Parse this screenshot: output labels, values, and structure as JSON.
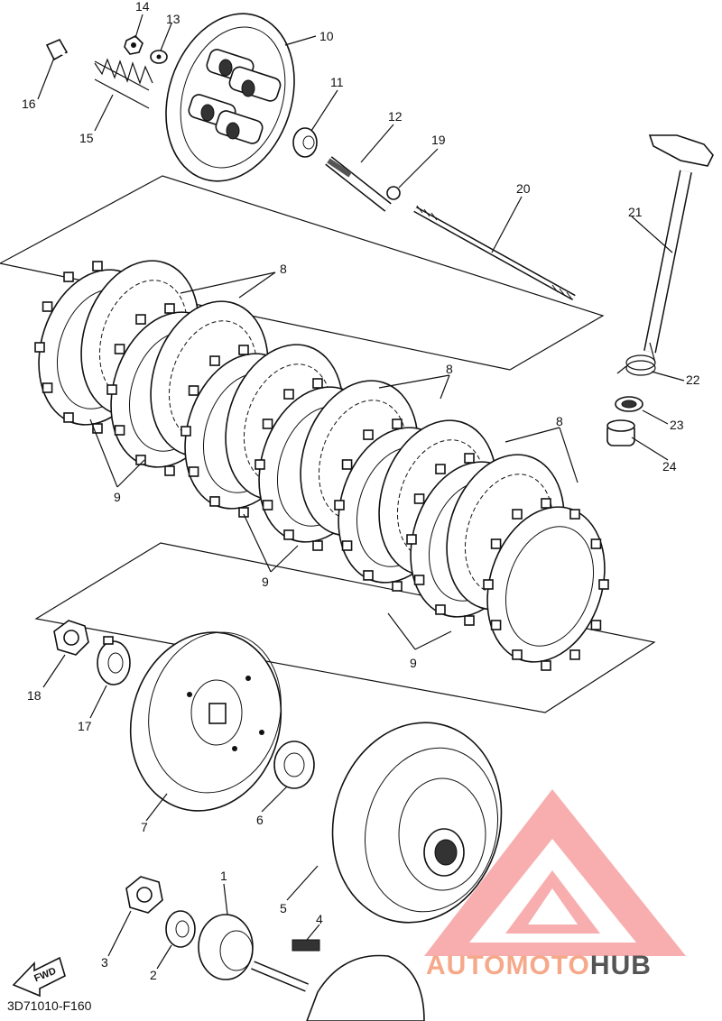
{
  "diagram": {
    "code": "3D71010-F160",
    "fwd_label": "FWD",
    "labels": [
      {
        "id": "14",
        "text": "14"
      },
      {
        "id": "13",
        "text": "13"
      },
      {
        "id": "10",
        "text": "10"
      },
      {
        "id": "16",
        "text": "16"
      },
      {
        "id": "15",
        "text": "15"
      },
      {
        "id": "11",
        "text": "11"
      },
      {
        "id": "12",
        "text": "12"
      },
      {
        "id": "19",
        "text": "19"
      },
      {
        "id": "20",
        "text": "20"
      },
      {
        "id": "21",
        "text": "21"
      },
      {
        "id": "8a",
        "text": "8"
      },
      {
        "id": "8b",
        "text": "8"
      },
      {
        "id": "8c",
        "text": "8"
      },
      {
        "id": "9a",
        "text": "9"
      },
      {
        "id": "9b",
        "text": "9"
      },
      {
        "id": "9c",
        "text": "9"
      },
      {
        "id": "22",
        "text": "22"
      },
      {
        "id": "23",
        "text": "23"
      },
      {
        "id": "24",
        "text": "24"
      },
      {
        "id": "18",
        "text": "18"
      },
      {
        "id": "17",
        "text": "17"
      },
      {
        "id": "7",
        "text": "7"
      },
      {
        "id": "6",
        "text": "6"
      },
      {
        "id": "5",
        "text": "5"
      },
      {
        "id": "1",
        "text": "1"
      },
      {
        "id": "4",
        "text": "4"
      },
      {
        "id": "3",
        "text": "3"
      },
      {
        "id": "2",
        "text": "2"
      }
    ]
  },
  "watermark": {
    "part1": "AUTOMOTO",
    "part2": "HUB",
    "color1": "#f6a98a",
    "color2": "#555555",
    "logo_color": "#f7a0a0"
  }
}
